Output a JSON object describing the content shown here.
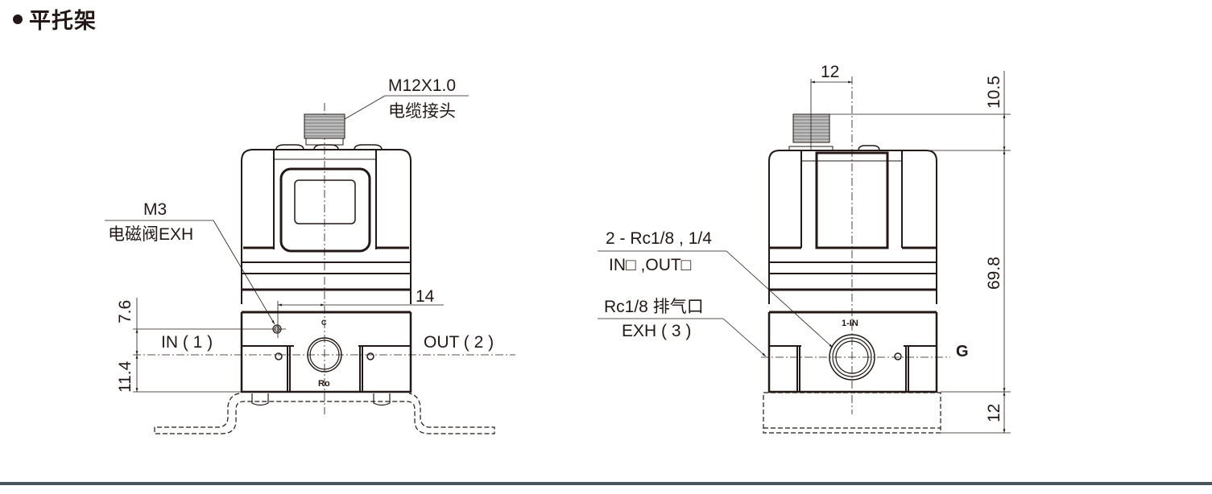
{
  "section": {
    "title": "平托架",
    "bullet": "bullet-dot"
  },
  "front_view": {
    "connector_label_line1": "M12X1.0",
    "connector_label_line2": "电缆接头",
    "exh_label_line1": "M3",
    "exh_label_line2": "电磁阀EXH",
    "dim_horizontal": "14",
    "dim_vertical_upper": "7.6",
    "dim_vertical_lower": "11.4",
    "port_in": "IN ( 1 )",
    "port_out": "OUT ( 2 )",
    "center_mark": "C",
    "body_mark": "Ro"
  },
  "side_view": {
    "dim_top_width": "12",
    "dim_connector_height": "10.5",
    "dim_body_height": "69.8",
    "dim_bracket_height": "12",
    "port_label_line1": "2 - Rc1/8 , 1/4",
    "port_label_line2": "IN□ ,OUT□",
    "exhaust_label_line1": "Rc1/8 排气口",
    "exhaust_label_line2": "EXH ( 3 )",
    "in_mark": "1-IN",
    "gauge_mark": "G"
  },
  "colors": {
    "ink": "#231815",
    "footer_bar": "#4a545c"
  }
}
